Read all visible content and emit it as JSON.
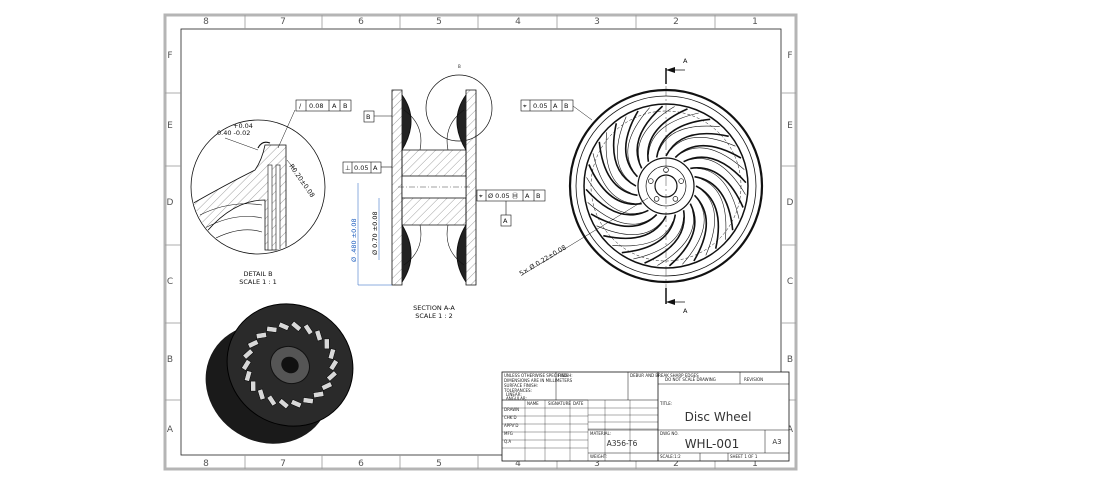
{
  "border": {
    "columns": [
      "8",
      "7",
      "6",
      "5",
      "4",
      "3",
      "2",
      "1"
    ],
    "rows": [
      "F",
      "E",
      "D",
      "C",
      "B",
      "A"
    ]
  },
  "detail": {
    "title": "DETAIL B",
    "scale": "SCALE 1 : 1",
    "tol_plus": "+0.04",
    "tol_base": "0.40  -0.02",
    "radius": "R0.20±0.08",
    "fcf_symbol": "/",
    "fcf_value": "0.08",
    "fcf_ref1": "A",
    "fcf_ref2": "B"
  },
  "section": {
    "title": "SECTION A-A",
    "scale": "SCALE 1 : 2",
    "datum_b": "B",
    "detail_tag": "B",
    "flat_symbol": "⊥",
    "flat_value": "0.05",
    "flat_ref": "A",
    "pos_symbol": "⌖",
    "pos_value": "Ø 0.05 Ⓜ",
    "pos_ref1": "A",
    "pos_ref2": "B",
    "datum_a": "A",
    "dia_outer": "Ø .480 ±0.08",
    "dia_bore": "Ø 0.70 ±0.08"
  },
  "front": {
    "fcf_symbol": "⌖",
    "fcf_value": "0.05",
    "fcf_ref1": "A",
    "fcf_ref2": "B",
    "holes": "5× Ø 0.22±0.08",
    "cut_top": "A",
    "cut_bottom": "A"
  },
  "title_block": {
    "part_name": "Disc Wheel",
    "material": "A356-T6",
    "dwg_no": "WHL-001",
    "size": "A3",
    "col_name": "NAME",
    "col_signature": "SIGNATURE",
    "col_date": "DATE",
    "lbl_name": "NAME",
    "lbl_title": "TITLE:",
    "lbl_material": "MATERIAL:",
    "lbl_dwgno": "DWG NO.",
    "lbl_do_not_scale": "DO NOT SCALE DRAWING",
    "lbl_revision": "REVISION",
    "lbl_weight": "WEIGHT:",
    "lbl_scale": "SCALE:1:2",
    "lbl_sheet": "SHEET 1 OF 1",
    "lbl_finish": "FINISH:",
    "row_drawn": "DRAWN",
    "row_chkd": "CHK'D",
    "row_appvd": "APPV'D",
    "row_mfg": "MFG",
    "row_qa": "Q.A",
    "notes": [
      "UNLESS OTHERWISE SPECIFIED:",
      "DIMENSIONS ARE IN MILLIMETERS",
      "SURFACE FINISH:",
      "TOLERANCES:",
      "LINEAR:",
      "ANGULAR:"
    ],
    "deburr": "DEBUR AND BREAK SHARP EDGES"
  }
}
